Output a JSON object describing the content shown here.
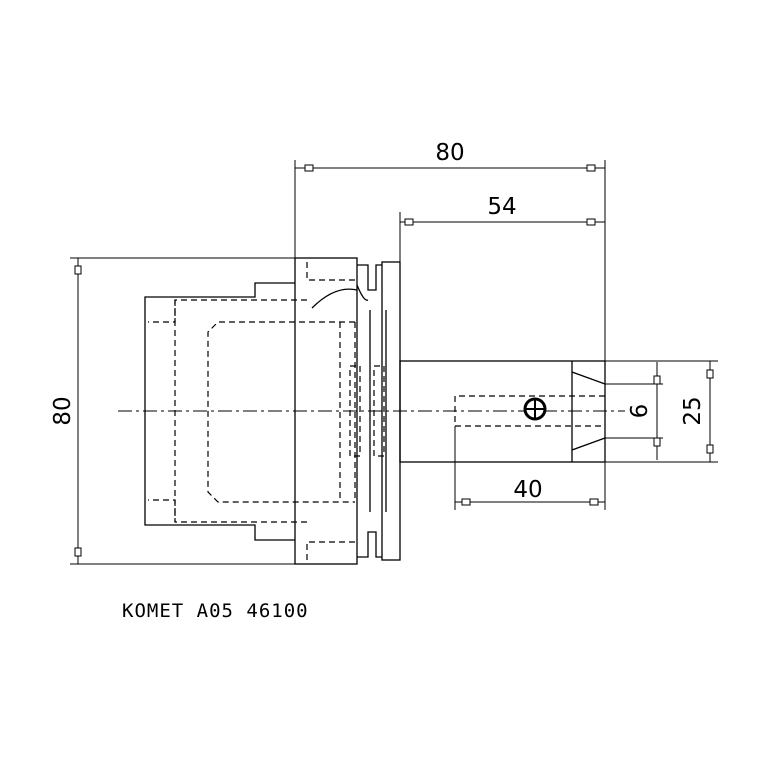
{
  "dimensions": {
    "overall_length": "80",
    "flange_to_end": "54",
    "bore_depth": "40",
    "outer_diameter": "80",
    "shank_diameter": "25",
    "hole_diameter": "6"
  },
  "part_number": "KOMET A05 46100"
}
